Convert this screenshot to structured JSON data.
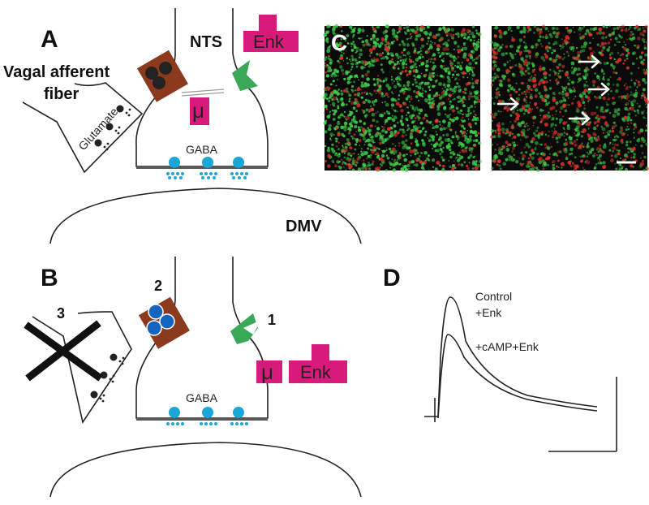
{
  "colors": {
    "enk": "#d81b7a",
    "brown": "#8b3a1e",
    "green": "#3aa857",
    "cyan": "#1aa6d6",
    "blue_ligand": "#1565c0",
    "line": "#222222"
  },
  "panel_a": {
    "letter": "A",
    "nts_label": "NTS",
    "enk_label": "Enk",
    "mu_label": "μ",
    "fiber_label_line1": "Vagal afferent",
    "fiber_label_line2": "fiber",
    "glutamate_label": "Glutamate",
    "gaba_label": "GABA",
    "dmv_label": "DMV"
  },
  "panel_b": {
    "letter": "B",
    "num_1": "1",
    "num_2": "2",
    "num_3": "3",
    "mu_label": "μ",
    "enk_label": "Enk",
    "gaba_label": "GABA"
  },
  "panel_c": {
    "letter": "C"
  },
  "panel_d": {
    "letter": "D",
    "trace_label_1_line1": "Control",
    "trace_label_1_line2": "+Enk",
    "trace_label_2": "+cAMP+Enk"
  }
}
